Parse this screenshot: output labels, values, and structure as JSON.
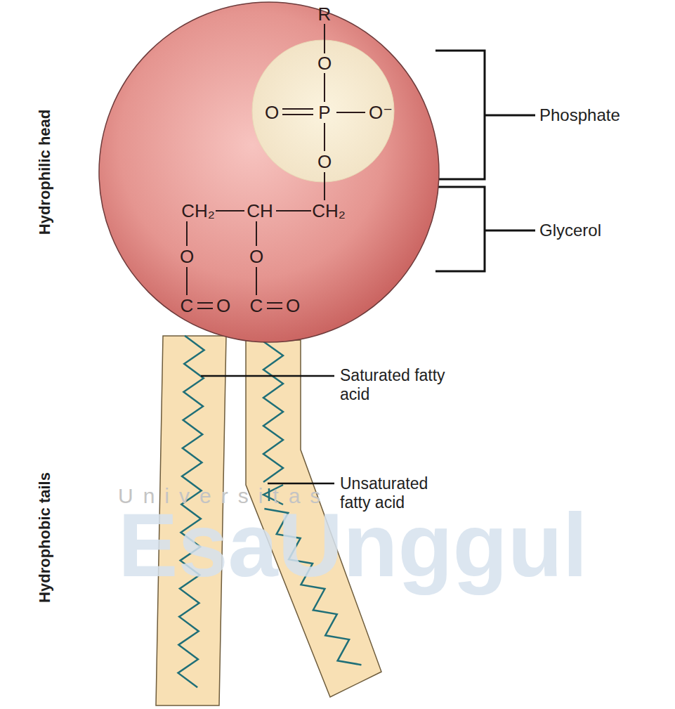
{
  "diagram": {
    "nodes": [
      {
        "text": [
          "R",
          "CH₂",
          "CH",
          "CH₂",
          "O",
          "O",
          "C",
          "O",
          "C",
          "O"
        ]
      },
      {
        "text": [
          "O",
          "O",
          "P",
          "O⁻",
          "O"
        ],
        "in": 0
      }
    ],
    "labels": [
      "Hydrophilic head",
      "Hydrophobic tails",
      "Phosphate",
      "Glycerol",
      "Saturated fatty acid",
      "Unsaturated fatty acid",
      "Universitas",
      "EsaUnggul"
    ]
  }
}
